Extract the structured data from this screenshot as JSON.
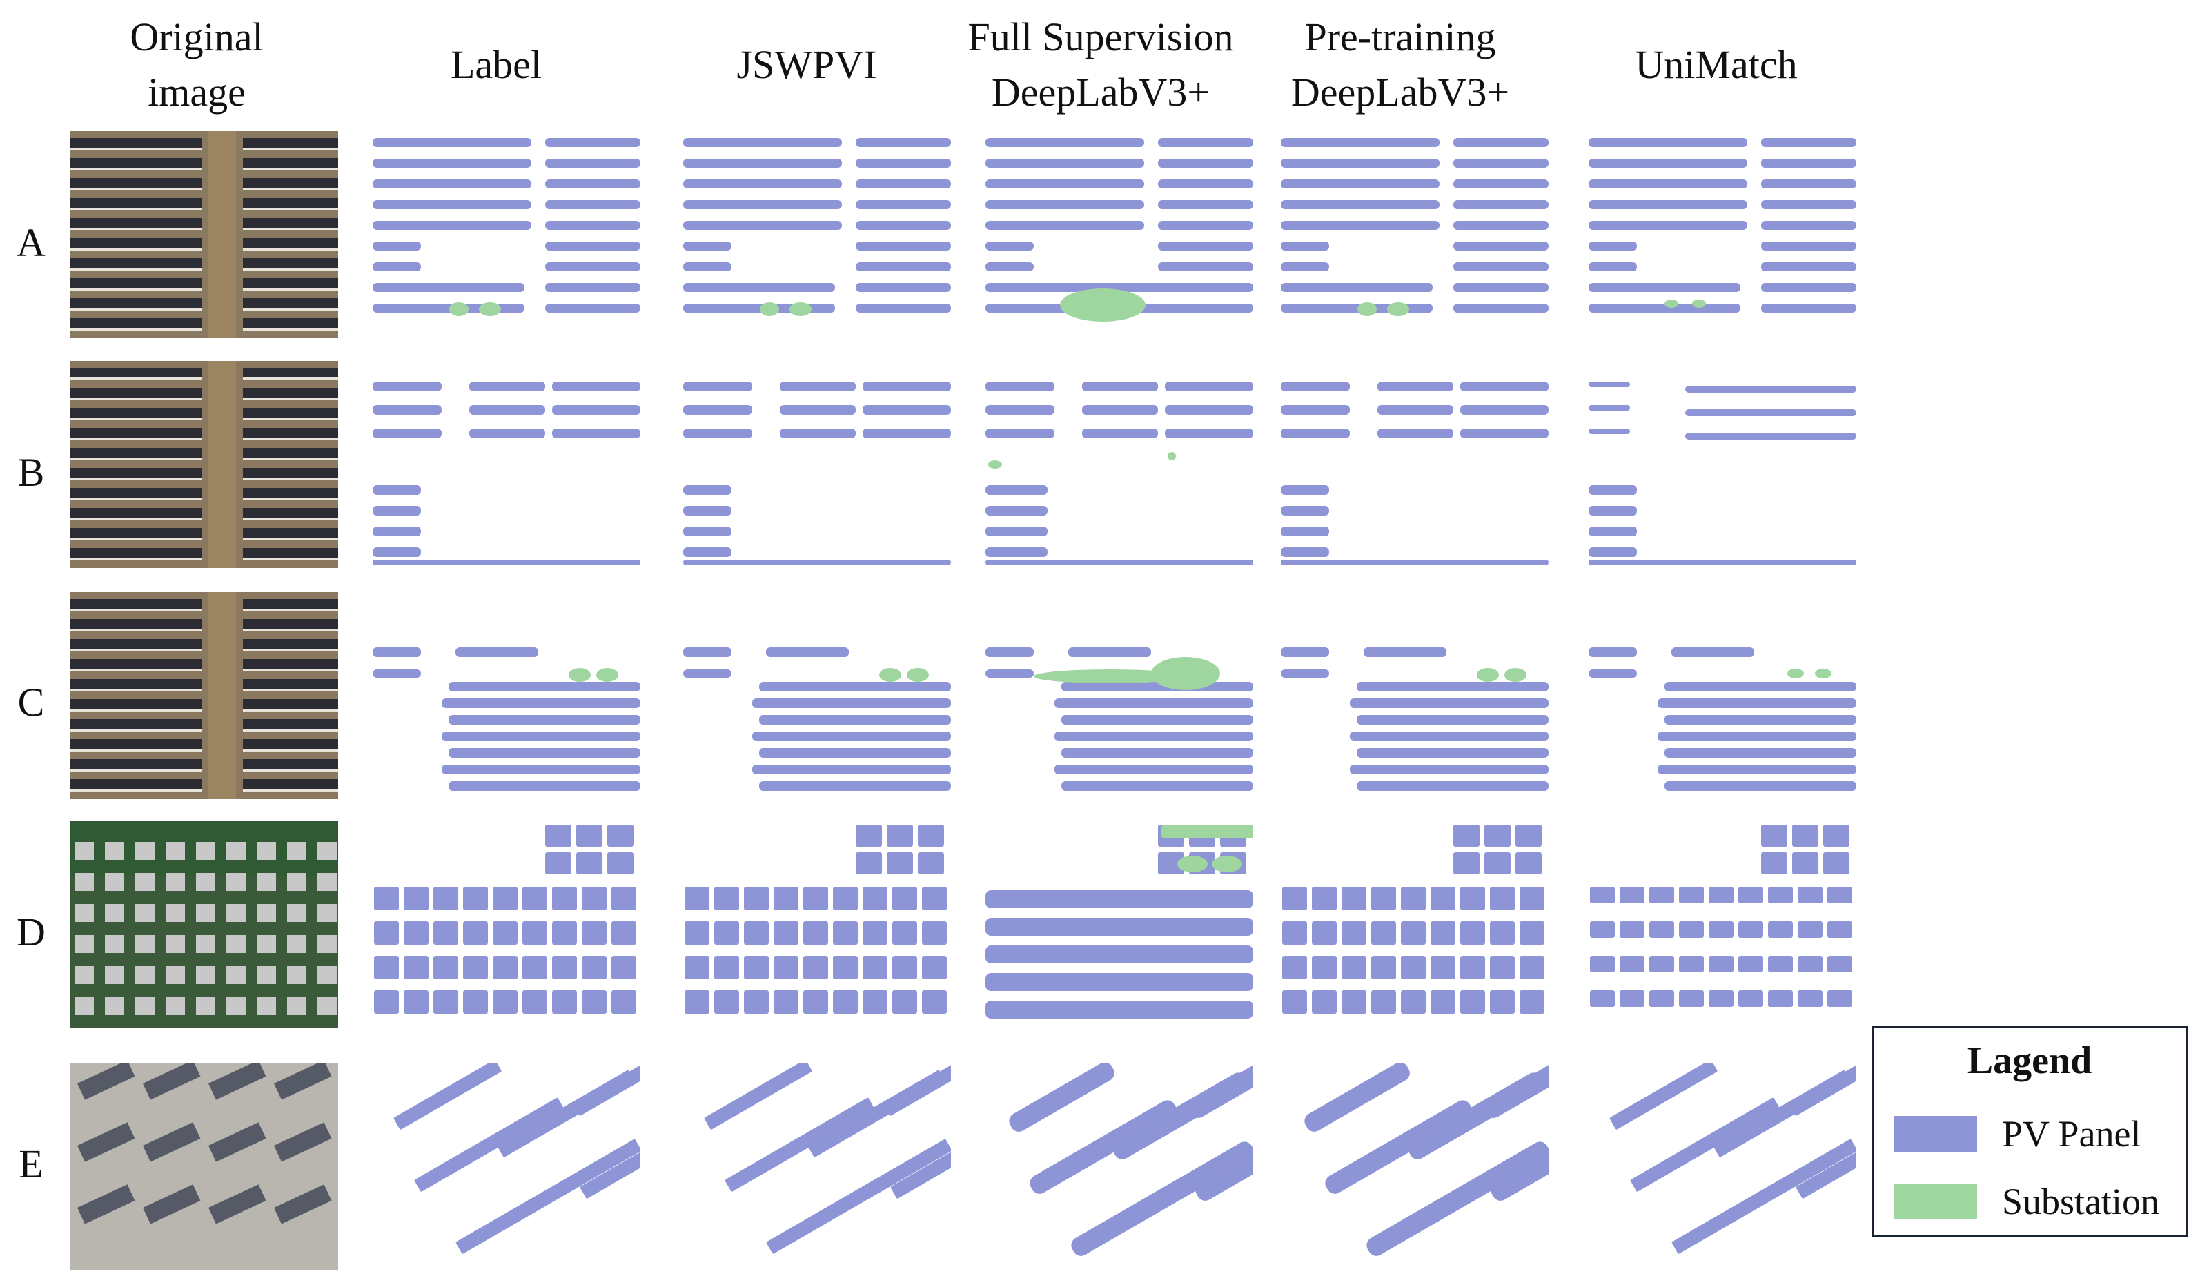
{
  "columns": {
    "original": "Original\nimage",
    "label": "Label",
    "jswpvi": "JSWPVI",
    "full_sup": "Full Supervision\nDeepLabV3+",
    "pretrain": "Pre-training\nDeepLabV3+",
    "unimatch": "UniMatch"
  },
  "rows": [
    "A",
    "B",
    "C",
    "D",
    "E"
  ],
  "legend": {
    "title": "Lagend",
    "items": [
      {
        "label": "PV Panel",
        "color": "#8e95d6"
      },
      {
        "label": "Substation",
        "color": "#9fd69f"
      }
    ]
  },
  "colors": {
    "pv": "#8e95d6",
    "substation": "#9fd69f"
  }
}
